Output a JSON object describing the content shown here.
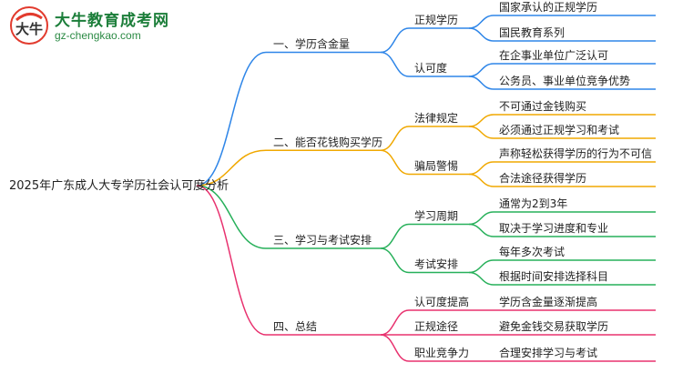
{
  "logo": {
    "title": "大牛教育成考网",
    "url": "gz-chengkao.com",
    "mark_text": "大牛"
  },
  "mindmap": {
    "root": "2025年广东成人大专学历社会认可度分析",
    "branches": [
      {
        "label": "一、学历含金量",
        "color": "#2f86e8",
        "children": [
          {
            "label": "正规学历",
            "children": [
              "国家承认的正规学历",
              "国民教育系列"
            ]
          },
          {
            "label": "认可度",
            "children": [
              "在企事业单位广泛认可",
              "公务员、事业单位竞争优势"
            ]
          }
        ]
      },
      {
        "label": "二、能否花钱购买学历",
        "color": "#f0a800",
        "children": [
          {
            "label": "法律规定",
            "children": [
              "不可通过金钱购买",
              "必须通过正规学习和考试"
            ]
          },
          {
            "label": "骗局警惕",
            "children": [
              "声称轻松获得学历的行为不可信",
              "合法途径获得学历"
            ]
          }
        ]
      },
      {
        "label": "三、学习与考试安排",
        "color": "#27b05a",
        "children": [
          {
            "label": "学习周期",
            "children": [
              "通常为2到3年",
              "取决于学习进度和专业"
            ]
          },
          {
            "label": "考试安排",
            "children": [
              "每年多次考试",
              "根据时间安排选择科目"
            ]
          }
        ]
      },
      {
        "label": "四、总结",
        "color": "#e8326f",
        "children": [
          {
            "label": "认可度提高",
            "children": [
              "学历含金量逐渐提高"
            ]
          },
          {
            "label": "正规途径",
            "children": [
              "避免金钱交易获取学历"
            ]
          },
          {
            "label": "职业竞争力",
            "children": [
              "合理安排学习与考试"
            ]
          }
        ]
      }
    ]
  }
}
